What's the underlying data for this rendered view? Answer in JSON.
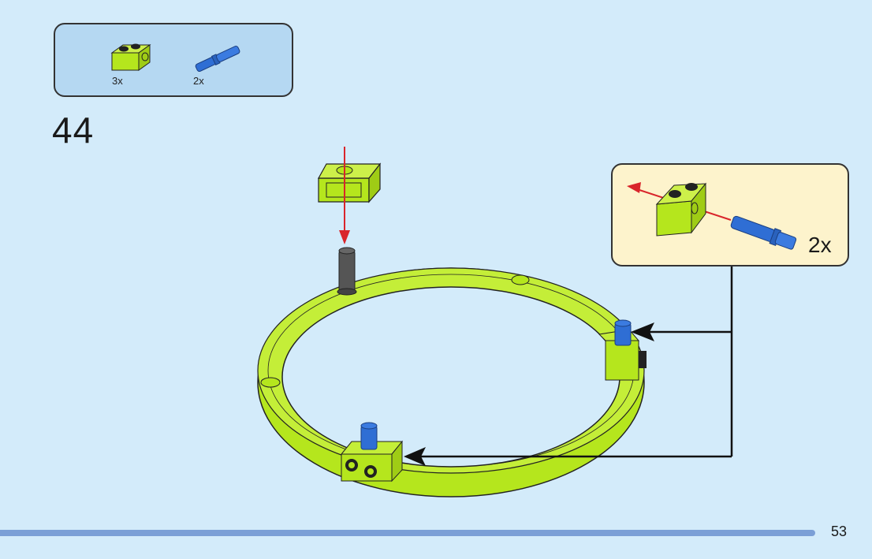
{
  "parts_list": {
    "items": [
      {
        "name": "lime-technic-brick-1x2-with-hole",
        "count": "3x",
        "color": "#b5e61d"
      },
      {
        "name": "blue-long-friction-pin",
        "count": "2x",
        "color": "#2f6ed4"
      }
    ]
  },
  "step": {
    "number": "44"
  },
  "callout": {
    "count": "2x"
  },
  "page": {
    "number": "53"
  },
  "colors": {
    "background": "#d3ebfa",
    "parts_box": "#b5d8f2",
    "callout_bg": "#fdf3cc",
    "lime": "#b5e61d",
    "blue": "#2f6ed4",
    "dark_gray_pin": "#555555",
    "arrow_red": "#d9252b",
    "footer_bar": "#7b9fd6"
  }
}
